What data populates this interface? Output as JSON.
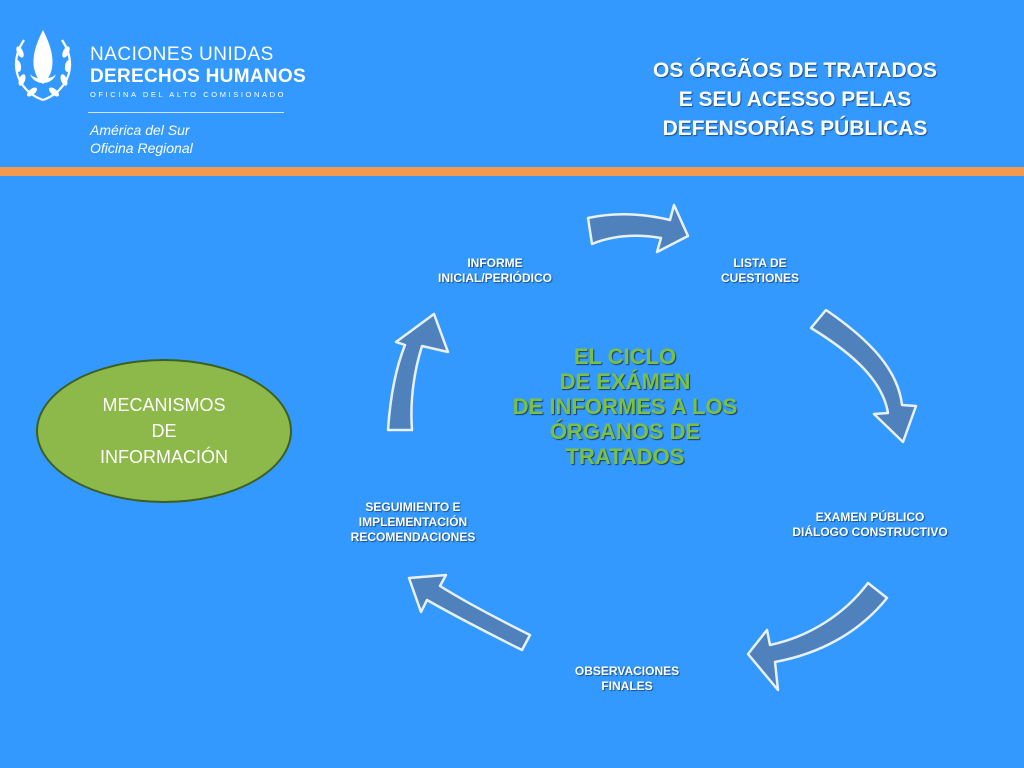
{
  "logo": {
    "line1": "NACIONES UNIDAS",
    "line2": "DERECHOS HUMANOS",
    "line3": "OFICINA DEL ALTO COMISIONADO",
    "line4": "América del Sur",
    "line5": "Oficina Regional"
  },
  "title": {
    "line1": "OS ÓRGÃOS DE TRATADOS",
    "line2": "E SEU ACESSO PELAS",
    "line3": "DEFENSORÍAS PÚBLICAS"
  },
  "cycle": {
    "nodes": [
      {
        "line1": "INFORME",
        "line2": "INICIAL/PERIÓDICO"
      },
      {
        "line1": "LISTA DE",
        "line2": "CUESTIONES"
      },
      {
        "line1": "EXAMEN PÚBLICO",
        "line2": "DIÁLOGO CONSTRUCTIVO"
      },
      {
        "line1": "OBSERVACIONES",
        "line2": "FINALES"
      },
      {
        "line1": "SEGUIMIENTO E",
        "line2": "IMPLEMENTACIÓN",
        "line3": "RECOMENDACIONES"
      }
    ],
    "center": {
      "line1": "EL CICLO",
      "line2": "DE EXÁMEN",
      "line3": "DE INFORMES A LOS",
      "line4": "ÓRGANOS DE",
      "line5": "TRATADOS"
    }
  },
  "side_box": {
    "line1": "MECANISMOS",
    "line2": "DE",
    "line3": "INFORMACIÓN"
  },
  "colors": {
    "background": "#3399ff",
    "accent_bar": "#f39a4f",
    "arrow_fill": "#4f81bd",
    "center_text": "#7ac143",
    "ellipse_fill": "#8db84a"
  },
  "icons": [
    "un-laurel-emblem-icon"
  ]
}
